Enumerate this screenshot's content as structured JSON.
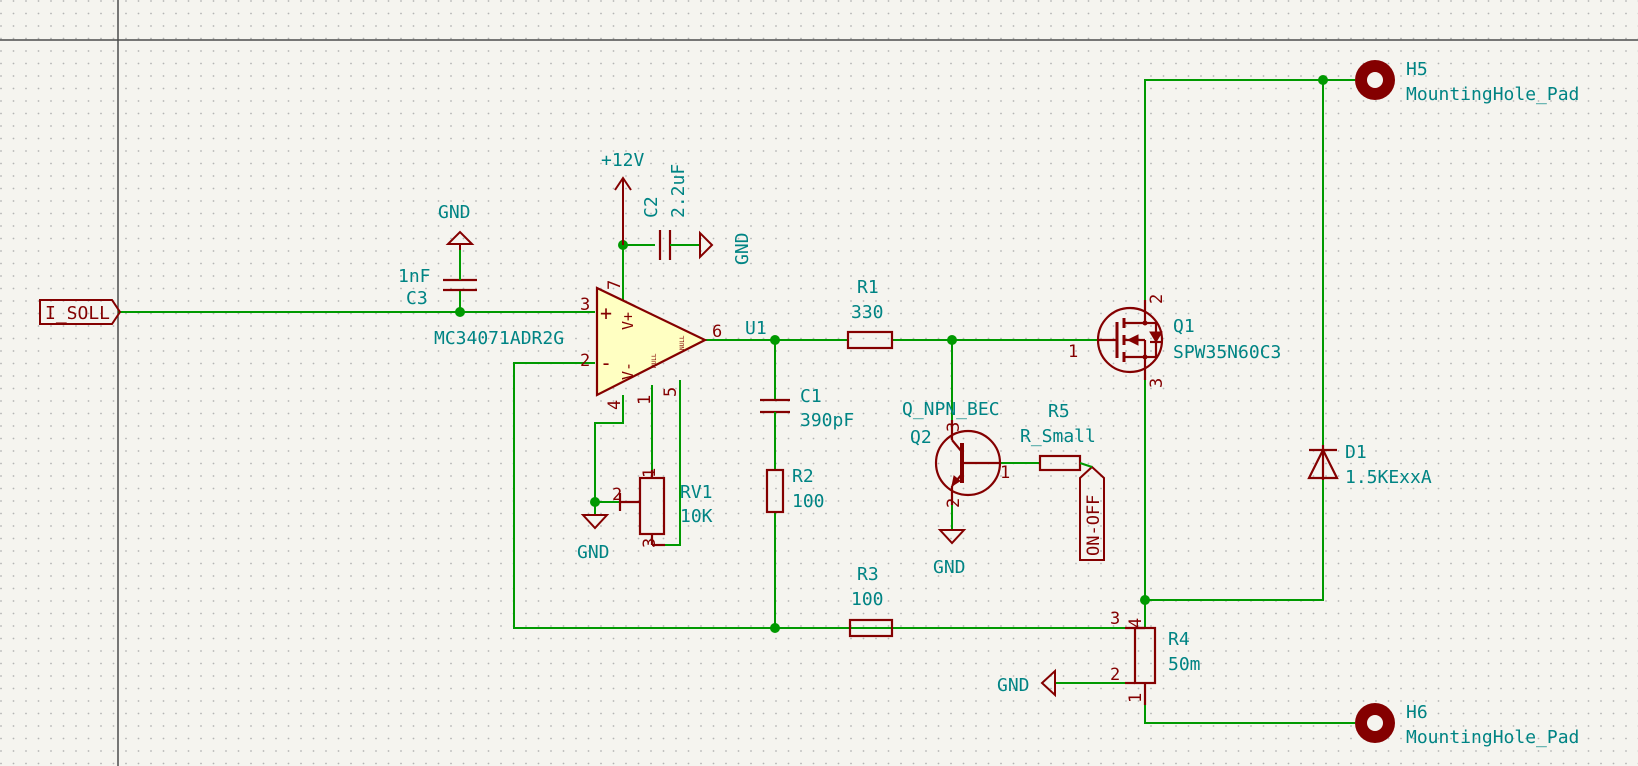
{
  "colors": {
    "background": "#f5f4ef",
    "wire": "#009900",
    "component": "#840000",
    "text": "#008484",
    "opamp_fill": "#ffffc2",
    "border": "#4d4d4d"
  },
  "labels": {
    "i_soll": "I_SOLL",
    "on_off": "ON-OFF",
    "u1_net": "U1",
    "gnd": "GND",
    "vcc": "+12V",
    "c3_val": "1nF",
    "c3_ref": "C3",
    "c2_ref": "C2",
    "c2_val": "2.2uF",
    "u1_part": "MC34071ADR2G",
    "r1_ref": "R1",
    "r1_val": "330",
    "c1_ref": "C1",
    "c1_val": "390pF",
    "r2_ref": "R2",
    "r2_val": "100",
    "rv1_ref": "RV1",
    "rv1_val": "10K",
    "q2_part": "Q_NPN_BEC",
    "q2_ref": "Q2",
    "r5_ref": "R5",
    "r5_val": "R_Small",
    "q1_ref": "Q1",
    "q1_part": "SPW35N60C3",
    "d1_ref": "D1",
    "d1_val": "1.5KExxA",
    "r3_ref": "R3",
    "r3_val": "100",
    "r4_ref": "R4",
    "r4_val": "50m",
    "h5_ref": "H5",
    "h5_val": "MountingHole_Pad",
    "h6_ref": "H6",
    "h6_val": "MountingHole_Pad"
  },
  "pins": {
    "u1_p3": "3",
    "u1_p2": "2",
    "u1_p6": "6",
    "u1_p7": "7",
    "u1_p4": "4",
    "u1_p1": "1",
    "u1_p5": "5",
    "u1_vp": "V+",
    "u1_vm": "V-",
    "u1_plus": "+",
    "u1_minus": "-",
    "u1_null1": "NULL",
    "u1_null2": "NULL",
    "rv1_p1": "1",
    "rv1_p2": "2",
    "rv1_p3": "3",
    "q2_p1": "1",
    "q2_p2": "2",
    "q2_p3": "3",
    "q1_p1": "1",
    "q1_p2": "2",
    "q1_p3": "3",
    "r4_p1": "1",
    "r4_p2": "2",
    "r4_p3": "3",
    "r4_p4": "4"
  }
}
